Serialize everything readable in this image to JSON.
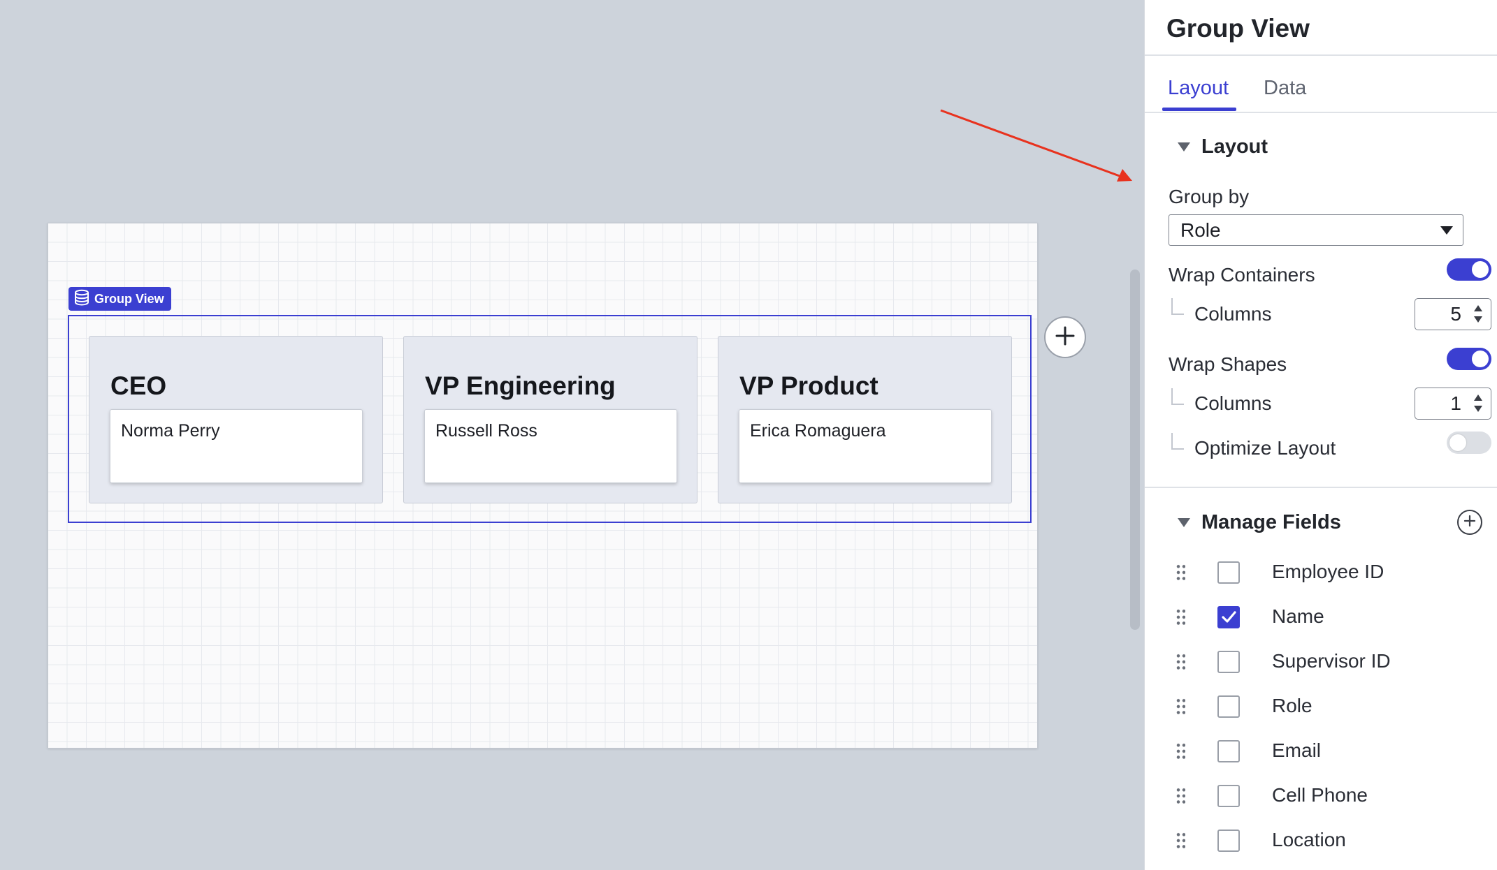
{
  "canvas": {
    "badge_label": "Group View",
    "groups": [
      {
        "title": "CEO",
        "member": "Norma Perry"
      },
      {
        "title": "VP Engineering",
        "member": "Russell Ross"
      },
      {
        "title": "VP Product",
        "member": "Erica Romaguera"
      }
    ]
  },
  "panel": {
    "title": "Group View",
    "tabs": [
      {
        "label": "Layout",
        "active": true
      },
      {
        "label": "Data",
        "active": false
      }
    ],
    "layout_section": {
      "heading": "Layout",
      "group_by_label": "Group by",
      "group_by_value": "Role",
      "wrap_containers_label": "Wrap Containers",
      "wrap_containers_on": true,
      "containers_columns_label": "Columns",
      "containers_columns_value": "5",
      "wrap_shapes_label": "Wrap Shapes",
      "wrap_shapes_on": true,
      "shapes_columns_label": "Columns",
      "shapes_columns_value": "1",
      "optimize_layout_label": "Optimize Layout",
      "optimize_layout_on": false
    },
    "fields_section": {
      "heading": "Manage Fields",
      "fields": [
        {
          "label": "Employee ID",
          "checked": false
        },
        {
          "label": "Name",
          "checked": true
        },
        {
          "label": "Supervisor ID",
          "checked": false
        },
        {
          "label": "Role",
          "checked": false
        },
        {
          "label": "Email",
          "checked": false
        },
        {
          "label": "Cell Phone",
          "checked": false
        },
        {
          "label": "Location",
          "checked": false
        }
      ]
    }
  },
  "colors": {
    "accent": "#3b3fd1",
    "annotation_arrow": "#e8321e",
    "background": "#cdd3db"
  }
}
